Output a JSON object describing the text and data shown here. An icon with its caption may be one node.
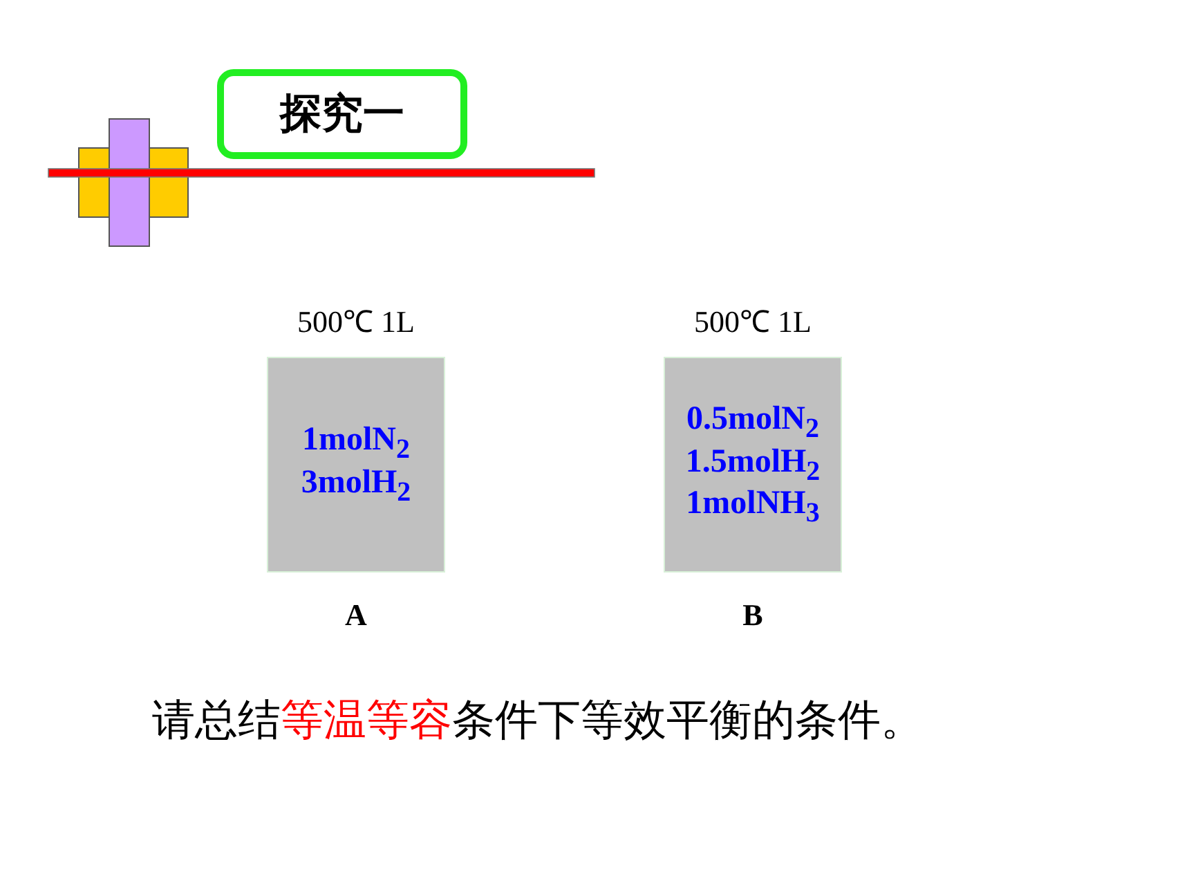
{
  "diagram": {
    "nodes": [
      {
        "text": [
          "探究一"
        ]
      },
      {
        "text": [
          "1molN$_{2}$",
          "3molH$_{2}$"
        ],
        "beside": [
          "500℃ 1L",
          "A"
        ]
      },
      {
        "text": [
          "0.5molN$_{2}$",
          "1.5molH$_{2}$",
          "1molNH$_{3}$"
        ],
        "beside": [
          "500℃ 1L",
          "B"
        ]
      }
    ],
    "labels": [
      "请总结",
      "等温等容",
      "条件下等效平衡的条件。"
    ]
  }
}
